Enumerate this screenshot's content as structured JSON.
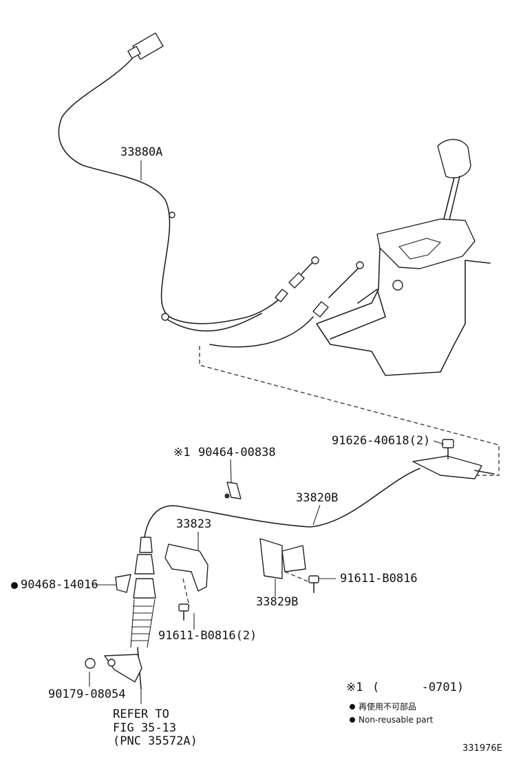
{
  "labels": {
    "p33880a": "33880A",
    "p91626": "91626-40618(2)",
    "p90464_mark": "※1",
    "p90464": "90464-00838",
    "p33820b": "33820B",
    "p33823": "33823",
    "p90468": "90468-14016",
    "p91611_right": "91611-B0816",
    "p33829b": "33829B",
    "p91611_left": "91611-B0816(2)",
    "p90179": "90179-08054",
    "refer_line1": "REFER TO",
    "refer_line2": "FIG 35-13",
    "refer_line3": "(PNC 35572A)"
  },
  "legend": {
    "mark": "※1",
    "range": "(      -0701)",
    "bullet_jp": "再使用不可部品",
    "bullet_en": "Non-reusable part"
  },
  "figure_id": "331976E"
}
